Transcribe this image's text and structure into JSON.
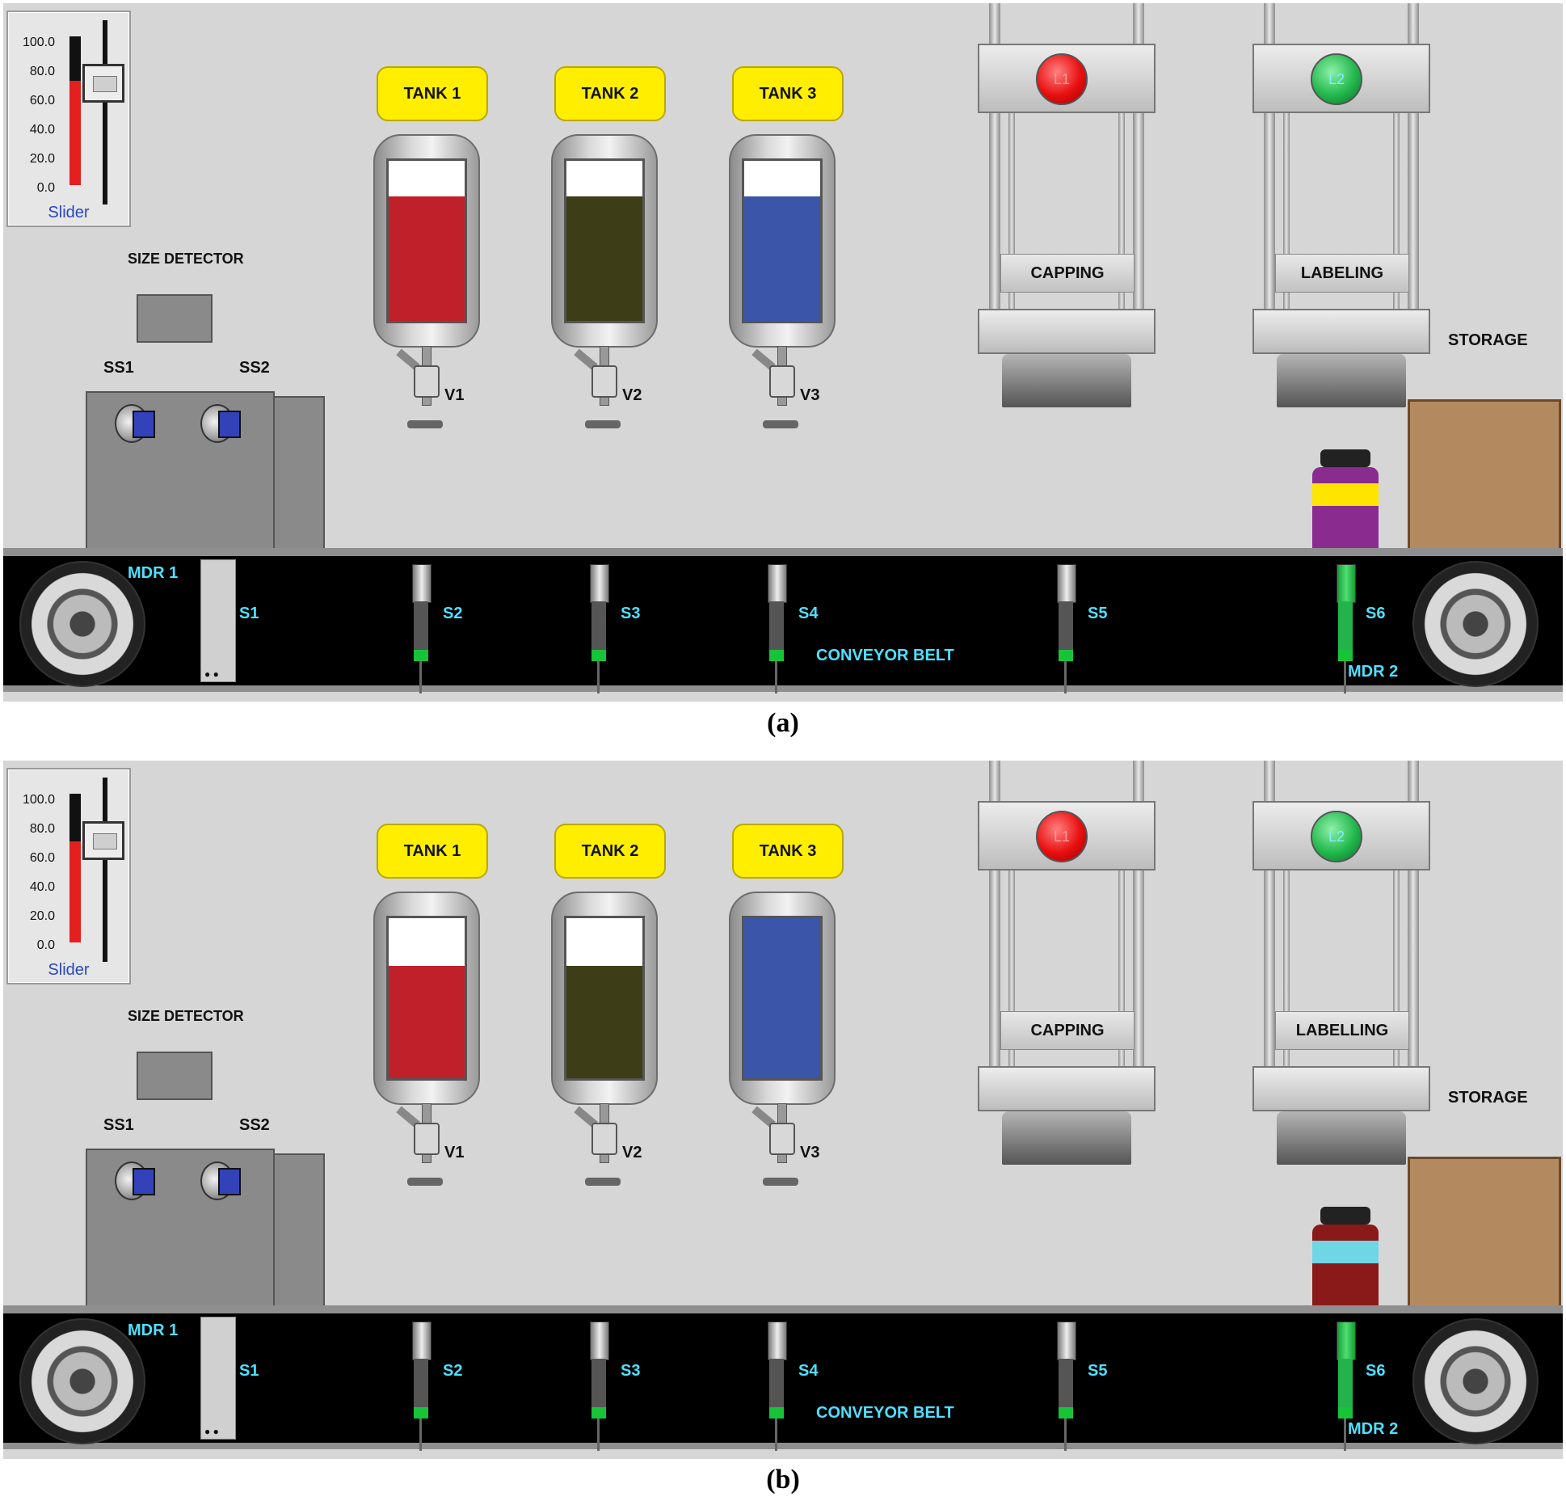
{
  "panels": [
    {
      "id": "a",
      "caption": "(a)",
      "slider": {
        "ticks": [
          "100.0",
          "80.0",
          "60.0",
          "40.0",
          "20.0",
          "0.0"
        ],
        "caption": "Slider",
        "value": 70
      },
      "size_detector": {
        "title": "SIZE DETECTOR",
        "left_sensor": "SS1",
        "right_sensor": "SS2"
      },
      "tanks": [
        {
          "label": "TANK 1",
          "valve": "V1",
          "color": "#c0202a",
          "level": 78
        },
        {
          "label": "TANK 2",
          "valve": "V2",
          "color": "#3d3d18",
          "level": 78
        },
        {
          "label": "TANK 3",
          "valve": "V3",
          "color": "#3b55a8",
          "level": 78
        }
      ],
      "stations": [
        {
          "label": "CAPPING",
          "lamp": "L1",
          "lamp_color": "red"
        },
        {
          "label": "LABELING",
          "lamp": "L2",
          "lamp_color": "green"
        }
      ],
      "storage": "STORAGE",
      "conveyor": {
        "label": "CONVEYOR BELT",
        "motor_left": "MDR 1",
        "motor_right": "MDR 2",
        "sensors": [
          "S1",
          "S2",
          "S3",
          "S4",
          "S5",
          "S6"
        ]
      },
      "bottle": {
        "body_color": "#8a2b8f",
        "band_color": "#ffe400"
      }
    },
    {
      "id": "b",
      "caption": "(b)",
      "slider": {
        "ticks": [
          "100.0",
          "80.0",
          "60.0",
          "40.0",
          "20.0",
          "0.0"
        ],
        "caption": "Slider",
        "value": 68
      },
      "size_detector": {
        "title": "SIZE DETECTOR",
        "left_sensor": "SS1",
        "right_sensor": "SS2"
      },
      "tanks": [
        {
          "label": "TANK 1",
          "valve": "V1",
          "color": "#c0202a",
          "level": 70
        },
        {
          "label": "TANK 2",
          "valve": "V2",
          "color": "#3d3d18",
          "level": 70
        },
        {
          "label": "TANK 3",
          "valve": "V3",
          "color": "#3b55a8",
          "level": 100
        }
      ],
      "stations": [
        {
          "label": "CAPPING",
          "lamp": "L1",
          "lamp_color": "red"
        },
        {
          "label": "LABELLING",
          "lamp": "L2",
          "lamp_color": "green"
        }
      ],
      "storage": "STORAGE",
      "conveyor": {
        "label": "CONVEYOR BELT",
        "motor_left": "MDR 1",
        "motor_right": "MDR 2",
        "sensors": [
          "S1",
          "S2",
          "S3",
          "S4",
          "S5",
          "S6"
        ]
      },
      "bottle": {
        "body_color": "#8a1a1a",
        "band_color": "#6fd6e6"
      }
    }
  ]
}
